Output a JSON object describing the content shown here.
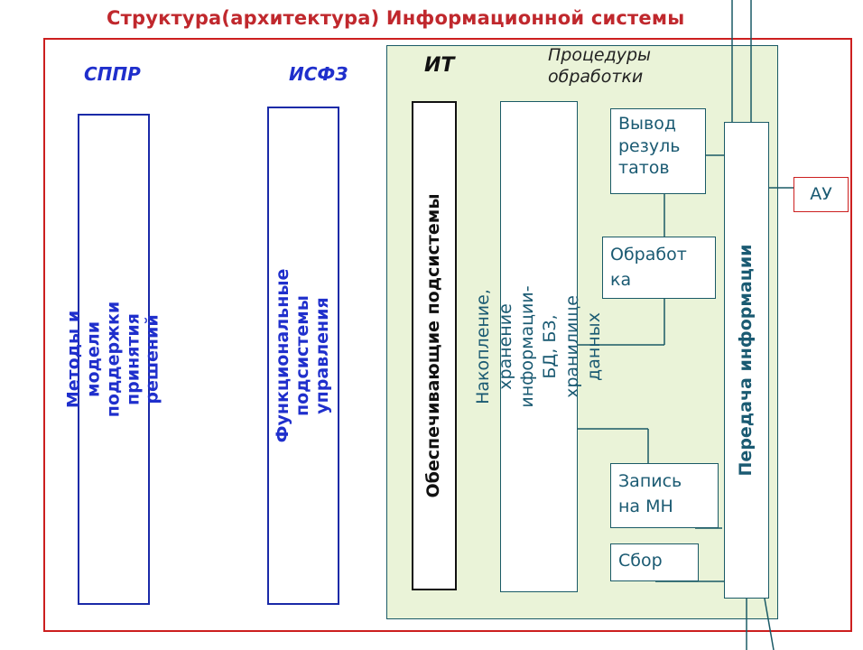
{
  "title": "Структура(архитектура) Информационной системы",
  "headings": {
    "sppr": "СППР",
    "isfz": "ИСФЗ",
    "it": "ИТ",
    "procedures": "Процедуры\nобработки"
  },
  "boxes": {
    "methods": "Методы и модели поддержки\nпринятия решений",
    "functional": "Функциональные подсистемы\nуправления",
    "supporting": "Обеспечивающие подсистемы",
    "accumulation": "Накопление, хранение информации-\nБД, БЗ, хранилище данных",
    "output": "Вывод\nрезуль\nтатов",
    "processing": "Обработ\nка",
    "record": "Запись\nна МН",
    "collect": "Сбор",
    "transfer": "Передача информации",
    "au": "АУ"
  },
  "colors": {
    "title": "#c0282d",
    "frame": "#cc1f1f",
    "panel_fill": "#eaf3d8",
    "panel_border": "#1a5a66",
    "blue_text": "#1f2fcc",
    "teal_text": "#1a5a72"
  }
}
